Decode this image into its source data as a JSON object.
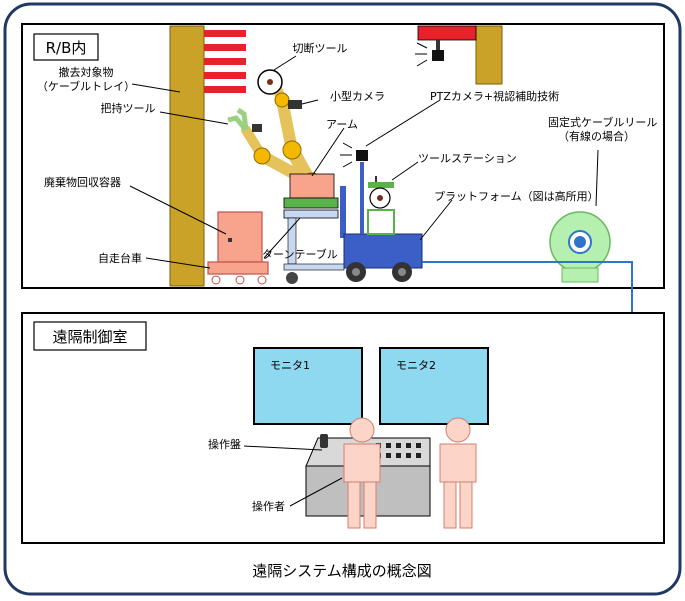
{
  "diagram": {
    "caption": "遠隔システム構成の概念図",
    "sections": {
      "rb": "R/B内",
      "remote_room": "遠隔制御室"
    },
    "labels": {
      "debris_target": "撤去対象物",
      "debris_target_sub": "（ケーブルトレイ）",
      "gripper_tool": "把持ツール",
      "cutting_tool": "切断ツール",
      "small_camera": "小型カメラ",
      "arm": "アーム",
      "ptz_camera": "PTZカメラ+視認補助技術",
      "tool_station": "ツールステーション",
      "waste_container": "廃棄物回収容器",
      "platform": "プラットフォーム（図は高所用）",
      "turntable": "ターンテーブル",
      "self_propelled_cart": "自走台車",
      "cable_reel": "固定式ケーブルリール",
      "cable_reel_sub": "（有線の場合）",
      "monitor1": "モニタ1",
      "monitor2": "モニタ2",
      "control_panel": "操作盤",
      "operator": "操作者",
      "break_mark": "≈"
    },
    "colors": {
      "frame": "#1f3864",
      "pillar": "#c9a227",
      "tray": "#e8222a",
      "arm": "#e6c25a",
      "joint": "#f5b800",
      "camera_mount": "#e8222a",
      "monitor": "#8ed8f0",
      "panel": "#bfbfbf",
      "person": "#fcd5c8",
      "container": "#f8a48c",
      "platform": "#3b5fc6",
      "cable": "#2e75c9",
      "reel": "#b6f0b0"
    }
  }
}
